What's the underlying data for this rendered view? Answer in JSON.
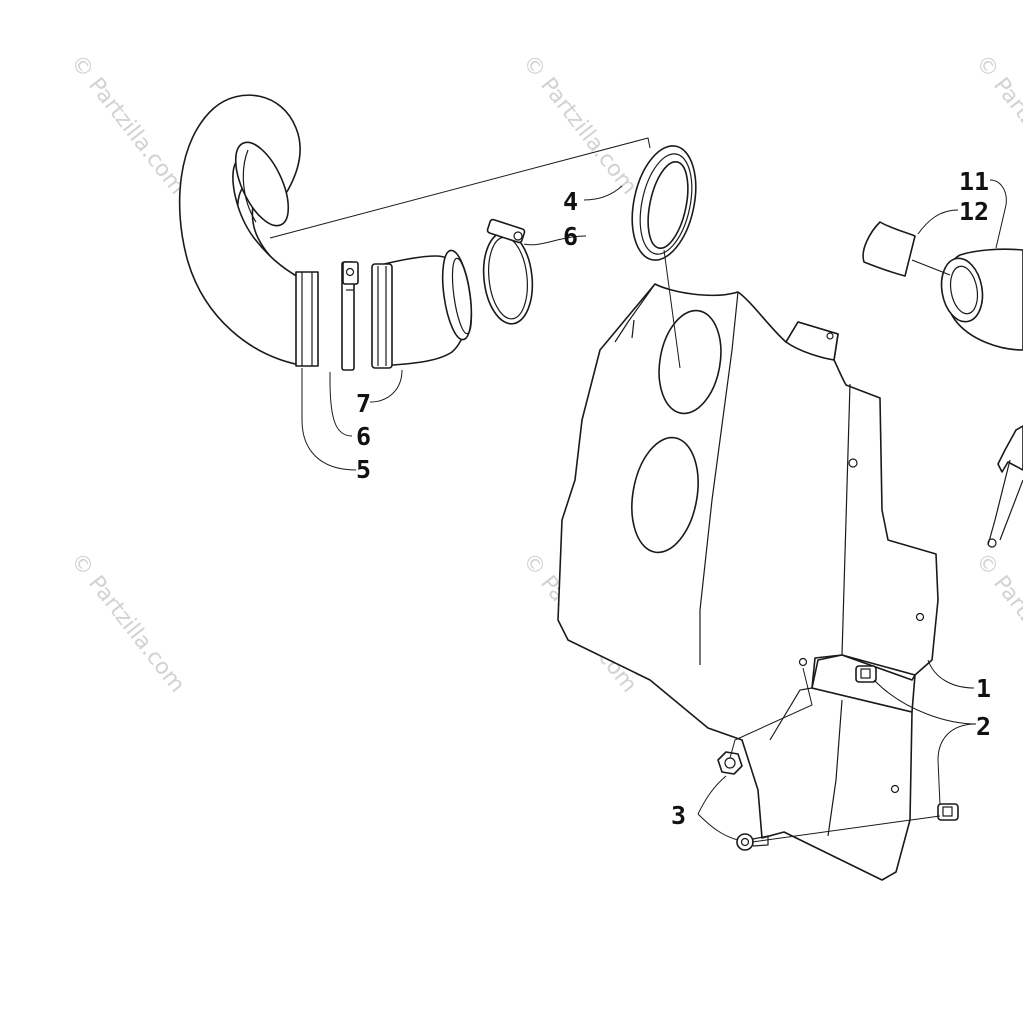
{
  "watermark": "© Partzilla.com",
  "callouts": {
    "c1": "1",
    "c2": "2",
    "c3": "3",
    "c4": "4",
    "c5": "5",
    "c6a": "6",
    "c6b": "6",
    "c7": "7",
    "c11": "11",
    "c12": "12"
  },
  "colors": {
    "line": "#1a1a1a",
    "watermark": "#d2d2d2",
    "background": "#ffffff"
  }
}
